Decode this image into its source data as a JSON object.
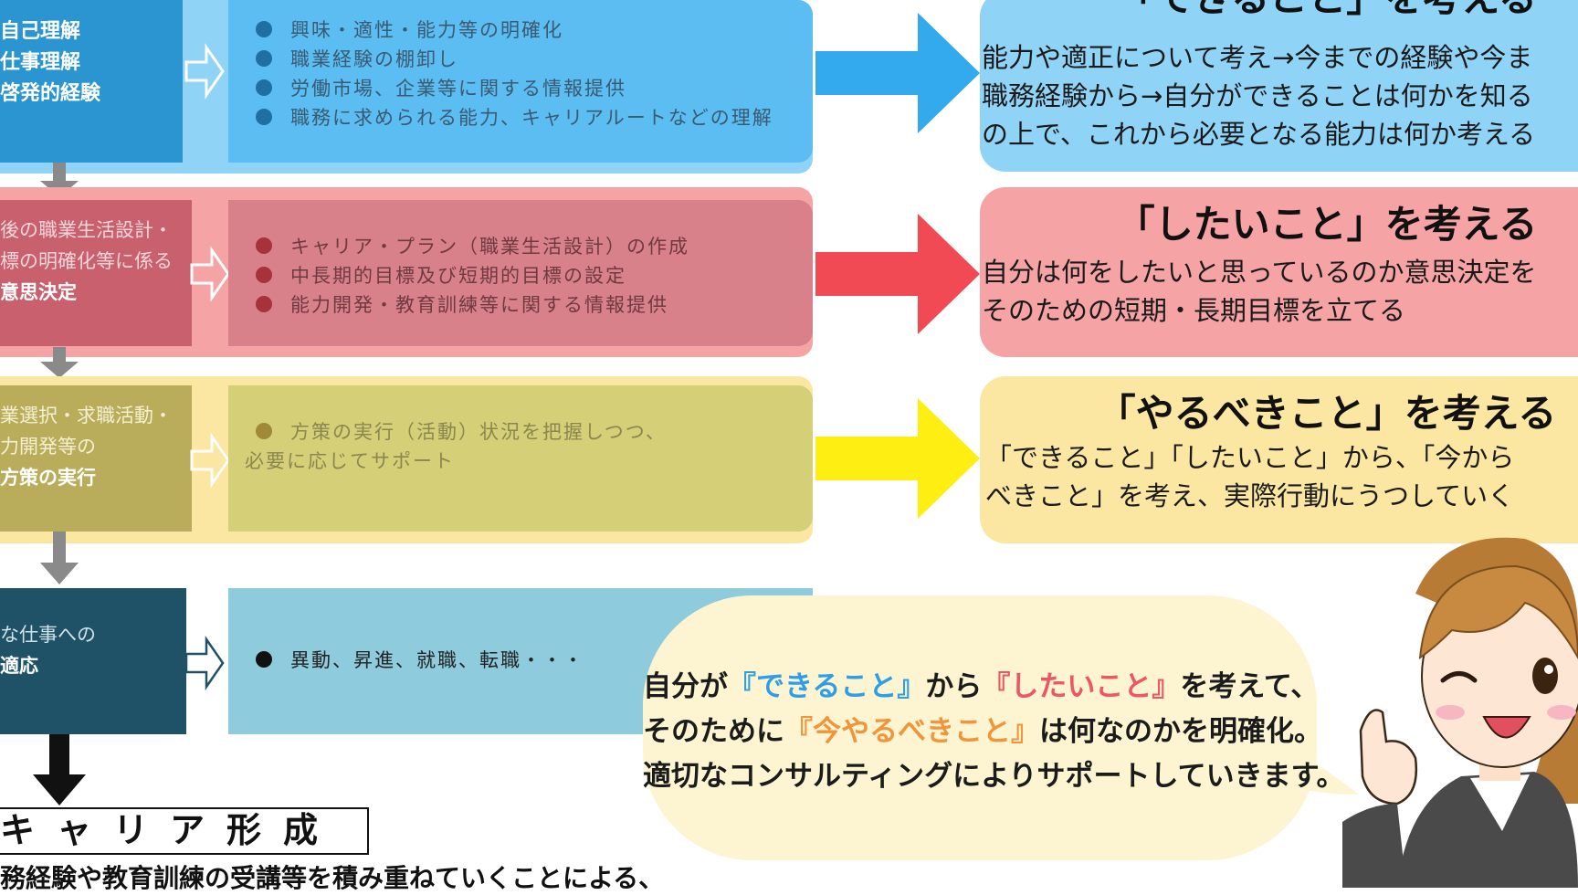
{
  "stages": [
    {
      "label_lines": [
        "自己理解",
        "仕事理解",
        "啓発的経験"
      ],
      "details": [
        "興味・適性・能力等の明確化",
        "職業経験の棚卸し",
        "労働市場、企業等に関する情報提供",
        "職務に求められる能力、キャリアルートなどの理解"
      ],
      "result_title": "「できること」を考える",
      "result_lines": [
        "能力や適正について考え→今までの経験や今ま",
        "職務経験から→自分ができることは何かを知る",
        "の上で、これから必要となる能力は何か考える"
      ]
    },
    {
      "label_lines": [
        "後の職業生活設計・",
        "標の明確化等に係る",
        "意思決定"
      ],
      "details": [
        "キャリア・プラン（職業生活設計）の作成",
        "中長期的目標及び短期的目標の設定",
        "能力開発・教育訓練等に関する情報提供"
      ],
      "result_title": "「したいこと」を考える",
      "result_lines": [
        "自分は何をしたいと思っているのか意思決定を",
        "そのための短期・長期目標を立てる"
      ]
    },
    {
      "label_lines": [
        "業選択・求職活動・",
        "力開発等の",
        "方策の実行"
      ],
      "details": [
        "方策の実行（活動）状況を把握しつつ、",
        "必要に応じてサポート"
      ],
      "result_title": "「やるべきこと」を考える",
      "result_lines": [
        "「できること」「したいこと」から、「今から",
        "べきこと」を考え、実際行動にうつしていく"
      ]
    },
    {
      "label_lines": [
        "な仕事への",
        "適応"
      ],
      "details": [
        "異動、昇進、就職、転職・・・"
      ]
    }
  ],
  "career": {
    "title": "キャリア形成",
    "subtitle": "務経験や教育訓練の受講等を積み重ねていくことによる、"
  },
  "speech": {
    "line1": {
      "a": "自分が",
      "b": "『できること』",
      "c": "から",
      "d": "『したいこと』",
      "e": "を考えて、"
    },
    "line2": {
      "a": "そのために",
      "b": "『今やるべきこと』",
      "c": "は何なのかを明確化。"
    },
    "line3": "適切なコンサルティングによりサポートしていきます。"
  },
  "colors": {
    "blue_band": "#8fd3f7",
    "blue_detail": "#5bbdf2",
    "blue_label": "#2a95d0",
    "blue_arrow": "#33aaee",
    "red_band": "#f6a3a6",
    "red_detail": "#d9818a",
    "red_label": "#c8606e",
    "red_arrow": "#f14a55",
    "yellow_band": "#fbe7a1",
    "yellow_detail": "#d5cf77",
    "yellow_label": "#b9ad5b",
    "yellow_arrow": "#ffee11",
    "teal_label": "#1f5266",
    "teal_detail": "#8ecbdc",
    "gray_arrow": "#8a8a8a",
    "speech_bg": "#fdf5d2",
    "accent_blue": "#2f9ee8",
    "accent_red": "#ee5566",
    "accent_orange": "#f0953a"
  }
}
